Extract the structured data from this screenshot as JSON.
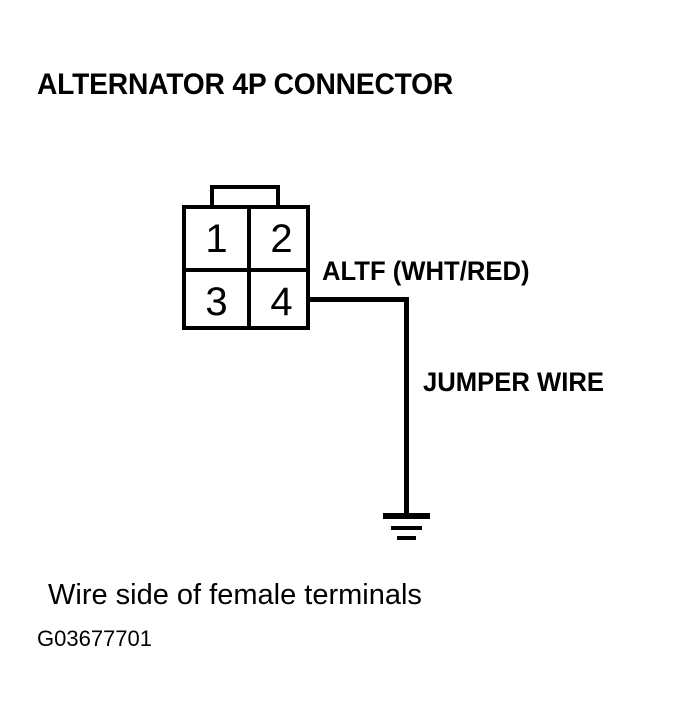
{
  "figure": {
    "title": "ALTERNATOR 4P CONNECTOR",
    "caption": "Wire side of female terminals",
    "figure_code": "G03677701",
    "line_color": "#000000",
    "background_color": "#ffffff"
  },
  "connector": {
    "name": "alternator-4p-connector",
    "pin_count": 4,
    "pins": [
      {
        "number": "1",
        "position": "top-left"
      },
      {
        "number": "2",
        "position": "top-right"
      },
      {
        "number": "3",
        "position": "bottom-left"
      },
      {
        "number": "4",
        "position": "bottom-right"
      }
    ]
  },
  "wires": [
    {
      "label": "ALTF (WHT/RED)",
      "signal": "ALTF",
      "color_code": "WHT/RED",
      "from_pin": "4"
    },
    {
      "label": "JUMPER WIRE",
      "terminates_at": "ground"
    }
  ],
  "symbols": {
    "ground": "ground-symbol"
  }
}
